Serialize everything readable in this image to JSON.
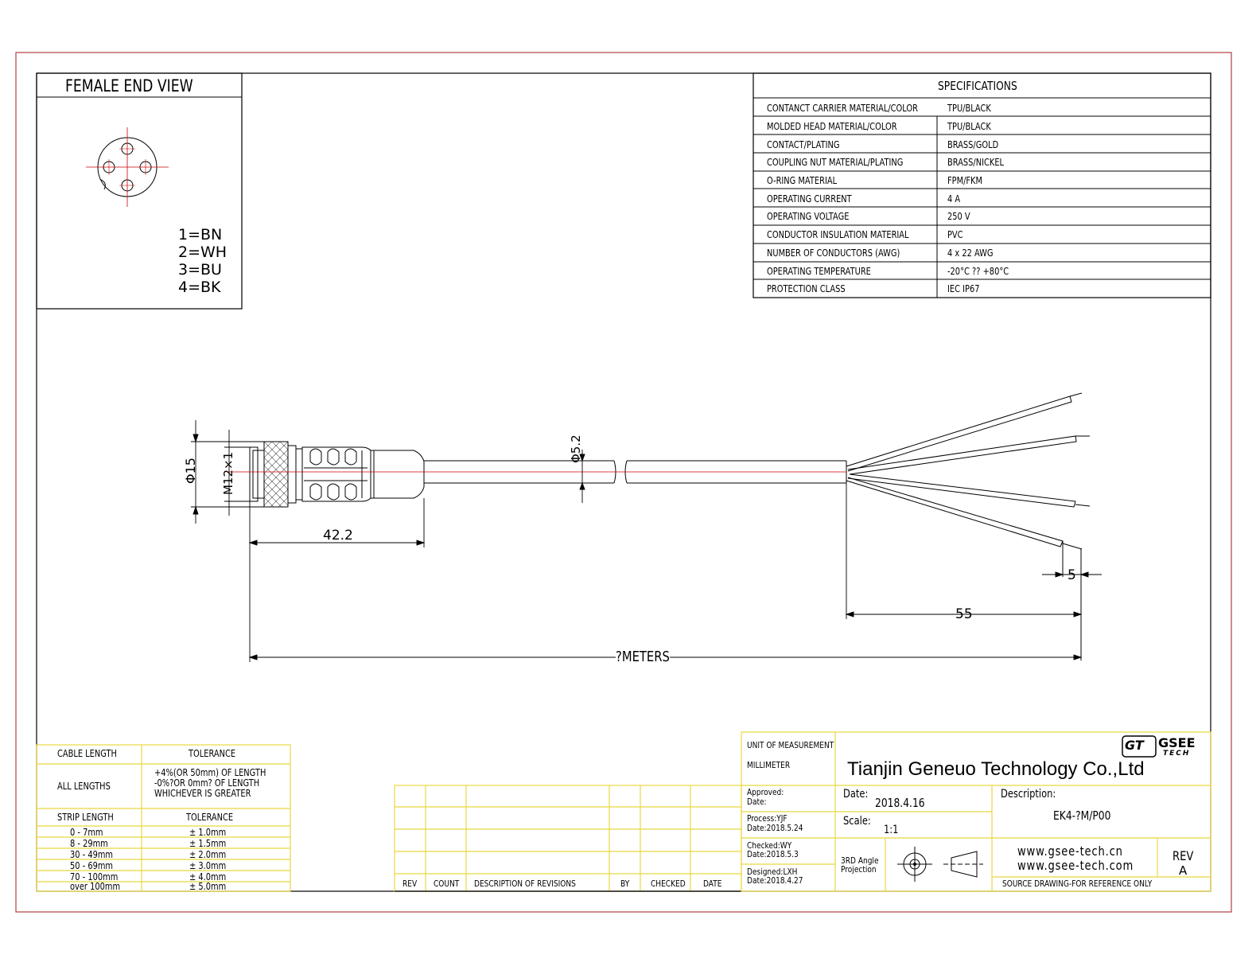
{
  "end_view": {
    "title": "FEMALE END VIEW",
    "pins": [
      "1=BN",
      "2=WH",
      "3=BU",
      "4=BK"
    ]
  },
  "specifications": {
    "title": "SPECIFICATIONS",
    "rows": [
      {
        "key": "CONTANCT CARRIER MATERIAL/COLOR",
        "value": "TPU/BLACK"
      },
      {
        "key": "MOLDED HEAD MATERIAL/COLOR",
        "value": "TPU/BLACK"
      },
      {
        "key": "CONTACT/PLATING",
        "value": "BRASS/GOLD"
      },
      {
        "key": "COUPLING NUT MATERIAL/PLATING",
        "value": "BRASS/NICKEL"
      },
      {
        "key": "O-RING MATERIAL",
        "value": "FPM/FKM"
      },
      {
        "key": "OPERATING CURRENT",
        "value": "4 A"
      },
      {
        "key": "OPERATING VOLTAGE",
        "value": "250 V"
      },
      {
        "key": "CONDUCTOR INSULATION MATERIAL",
        "value": "PVC"
      },
      {
        "key": "NUMBER OF CONDUCTORS (AWG)",
        "value": "4 x 22 AWG"
      },
      {
        "key": "OPERATING TEMPERATURE",
        "value": "-20°C ?? +80°C"
      },
      {
        "key": "PROTECTION CLASS",
        "value": "IEC  IP67"
      }
    ]
  },
  "dimensions": {
    "d15": "Φ15",
    "m12": "M12×1",
    "d52": "Φ5.2",
    "l422": "42.2",
    "l55": "55",
    "l5": "5",
    "meters": "?METERS"
  },
  "tolerance": {
    "cable_header": "CABLE LENGTH",
    "tol_header": "TOLERANCE",
    "all_lengths": "ALL LENGTHS",
    "all_tol": [
      "+4%(OR 50mm) OF LENGTH",
      "-0%?OR 0mm? OF LENGTH",
      "WHICHEVER  IS  GREATER"
    ],
    "strip_header": "STRIP LENGTH",
    "strip_tol_header": "TOLERANCE",
    "strip_rows": [
      {
        "len": "0 - 7mm",
        "tol": "± 1.0mm"
      },
      {
        "len": "8 - 29mm",
        "tol": "± 1.5mm"
      },
      {
        "len": "30 - 49mm",
        "tol": "± 2.0mm"
      },
      {
        "len": "50 - 69mm",
        "tol": "± 3.0mm"
      },
      {
        "len": "70 - 100mm",
        "tol": "± 4.0mm"
      },
      {
        "len": "over 100mm",
        "tol": "± 5.0mm"
      }
    ]
  },
  "revisions": {
    "headers": [
      "REV",
      "COUNT",
      "DESCRIPTION  OF  REVISIONS",
      "BY",
      "CHECKED",
      "DATE"
    ]
  },
  "title_block": {
    "unit_label": "UNIT OF MEASUREMENT",
    "unit_value": "MILLIMETER",
    "company": "Tianjin Geneuo Technology Co.,Ltd",
    "logo_mark": "GT",
    "logo_name": "GSEE",
    "logo_sub": "TECH",
    "approved": "Approved:",
    "approved_date": "Date:",
    "process": "Process:YJF",
    "process_date": "Date:2018.5.24",
    "checked": "Checked:WY",
    "checked_date": "Date:2018.5.3",
    "designed": "Designed:LXH",
    "designed_date": "Date:2018.4.27",
    "date_label": "Date:",
    "date_value": "2018.4.16",
    "scale_label": "Scale:",
    "scale_value": "1:1",
    "projection": [
      "3RD Angle",
      "Projection"
    ],
    "description_label": "Description:",
    "description_value": "EK4-?M/P00",
    "web1": "www.gsee-tech.cn",
    "web2": "www.gsee-tech.com",
    "rev_label": "REV",
    "rev_value": "A",
    "source_note": "SOURCE DRAWING-FOR REFERENCE ONLY"
  },
  "colors": {
    "outer_border": "#b04040",
    "yellow": "#e8d840",
    "red": "#cc0000",
    "line": "#000000"
  }
}
